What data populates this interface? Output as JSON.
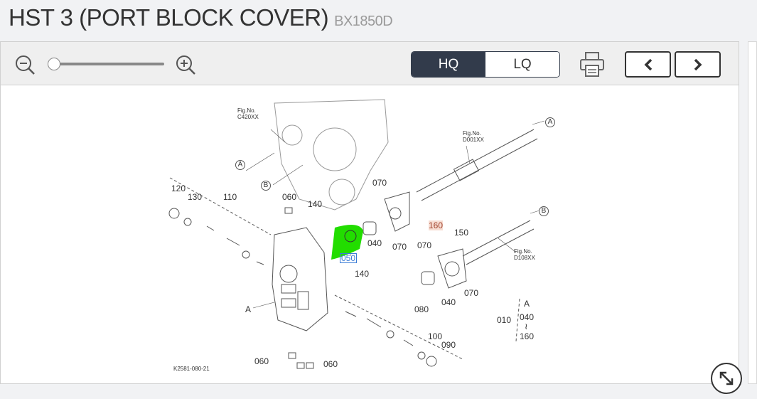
{
  "header": {
    "title": "HST 3 (PORT BLOCK COVER)",
    "model": "BX1850D"
  },
  "toolbar": {
    "zoom_out": "zoom-out-icon",
    "zoom_in": "zoom-in-icon",
    "zoom_level": 0,
    "hq_label": "HQ",
    "lq_label": "LQ",
    "selected_quality": "HQ"
  },
  "diagram": {
    "highlight_color": "#22dd00",
    "fig_refs": [
      {
        "text": "Fig.No.\nC420XX"
      },
      {
        "text": "Fig.No.\nD001XX"
      },
      {
        "text": "Fig.No.\nD108XX"
      }
    ],
    "fig1": "Fig.No.",
    "fig1b": "C420XX",
    "fig2": "Fig.No.",
    "fig2b": "D001XX",
    "fig3": "Fig.No.",
    "fig3b": "D108XX",
    "callouts": {
      "A": "A",
      "B": "B"
    },
    "parts": {
      "p120": "120",
      "p130": "130",
      "p110": "110",
      "p060a": "060",
      "p140a": "140",
      "p070a": "070",
      "p160": "160",
      "p040a": "040",
      "p050": "050",
      "p070b": "070",
      "p150": "150",
      "p070c": "070",
      "p140b": "140",
      "p040b": "040",
      "p070d": "070",
      "p080": "080",
      "p100": "100",
      "p090": "090",
      "p060b": "060",
      "p060c": "060",
      "p010": "010",
      "pA": "A",
      "kA": "A",
      "k040": "040",
      "k160": "160",
      "tilde": "≀"
    },
    "drawing_id": "K2581-080-21"
  }
}
